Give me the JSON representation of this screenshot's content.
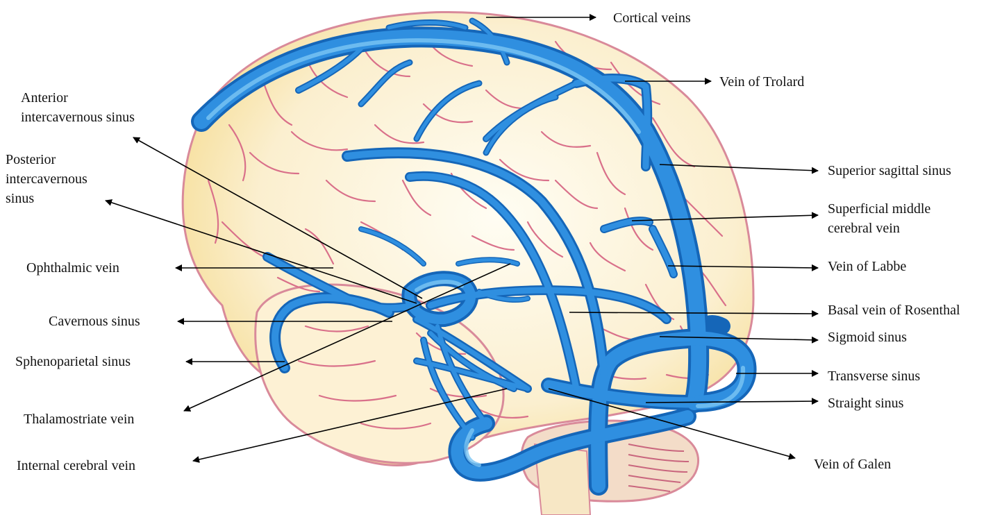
{
  "labels": {
    "cortical_veins": "Cortical veins",
    "vein_of_trolard": "Vein of Trolard",
    "anterior_intercavernous_sinus": [
      "Anterior",
      "intercavernous sinus"
    ],
    "posterior_intercavernous_sinus": [
      "Posterior",
      "intercavernous",
      "sinus"
    ],
    "ophthalmic_vein": "Ophthalmic vein",
    "cavernous_sinus": "Cavernous sinus",
    "sphenoparietal_sinus": "Sphenoparietal sinus",
    "thalamostriate_vein": "Thalamostriate vein",
    "internal_cerebral_vein": "Internal cerebral vein",
    "superior_sagittal_sinus": "Superior sagittal sinus",
    "superficial_middle_cerebral_vein": [
      "Superficial middle",
      "cerebral vein"
    ],
    "vein_of_labbe": "Vein of Labbe",
    "basal_vein_of_rosenthal": "Basal vein of Rosenthal",
    "sigmoid_sinus": "Sigmoid sinus",
    "transverse_sinus": "Transverse sinus",
    "straight_sinus": "Straight sinus",
    "vein_of_galen": "Vein of Galen"
  },
  "colors": {
    "brain_fill": "#fbeec9",
    "brain_outline": "#d98a9a",
    "brain_edge_shade": "#f6e09a",
    "sulci": "#d9708a",
    "vein_dark": "#1566b8",
    "vein_main": "#2f8fe0",
    "vein_light": "#7cc6f4",
    "cerebellum": "#e8b8c0",
    "arrow": "#000000"
  }
}
